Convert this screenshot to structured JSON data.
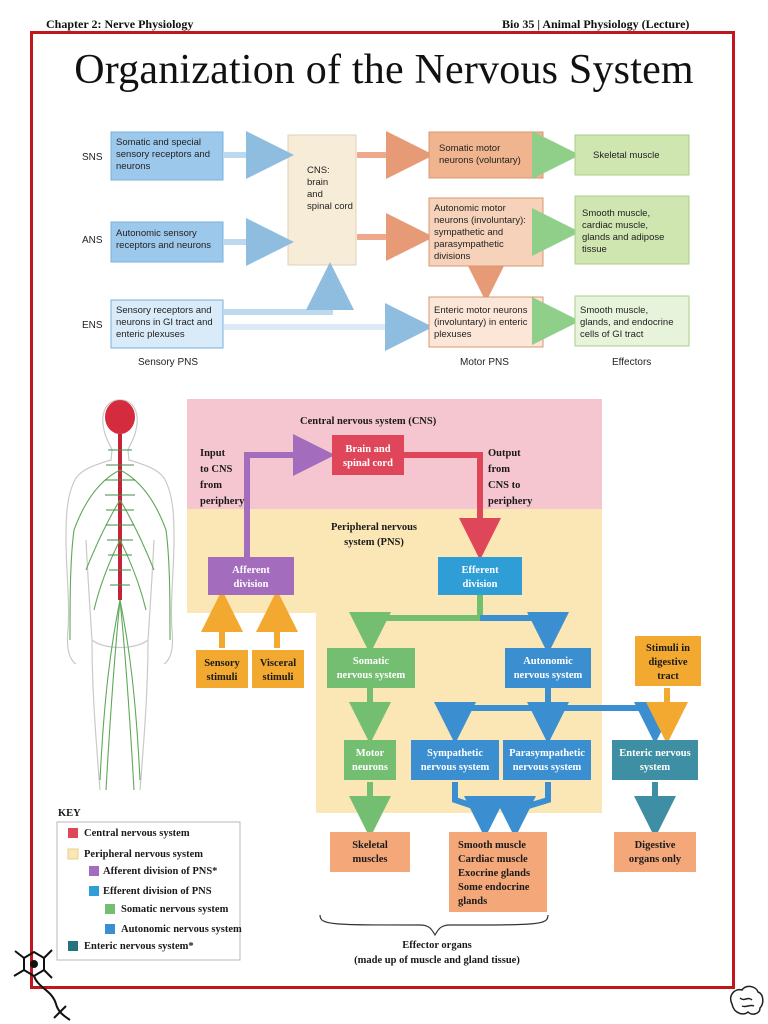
{
  "header": {
    "left": "Chapter 2: Nerve Physiology",
    "right": "Bio 35 | Animal Physiology (Lecture)"
  },
  "title": "Organization of the Nervous System",
  "top_diagram": {
    "row_labels": {
      "sns": "SNS",
      "ans": "ANS",
      "ens": "ENS"
    },
    "sensory": {
      "sns": [
        "Somatic and special",
        "sensory receptors and",
        "neurons"
      ],
      "ans": [
        "Autonomic sensory",
        "receptors and neurons"
      ],
      "ens": [
        "Sensory receptors and",
        "neurons in GI tract and",
        "enteric plexuses"
      ]
    },
    "cns": [
      "CNS:",
      "brain",
      "and",
      "spinal cord"
    ],
    "motor": {
      "sns": [
        "Somatic motor",
        "neurons (voluntary)"
      ],
      "ans": [
        "Autonomic motor",
        "neurons (involuntary):",
        "sympathetic and",
        "parasympathetic",
        "divisions"
      ],
      "ens": [
        "Enteric motor neurons",
        "(involuntary) in enteric",
        "plexuses"
      ]
    },
    "effectors": {
      "sns": [
        "Skeletal muscle"
      ],
      "ans": [
        "Smooth muscle,",
        "cardiac muscle,",
        "glands and adipose",
        "tissue"
      ],
      "ens": [
        "Smooth muscle,",
        "glands, and endocrine",
        "cells of GI tract"
      ]
    },
    "column_labels": {
      "sensory": "Sensory PNS",
      "motor": "Motor PNS",
      "effectors": "Effectors"
    },
    "colors": {
      "sensory": "#9cc8ec",
      "cns": "#f7ecd8",
      "motor": "#f0b58f",
      "effector": "#cfe6b0"
    }
  },
  "bottom_diagram": {
    "cns_title": "Central nervous system (CNS)",
    "pns_title": [
      "Peripheral nervous",
      "system (PNS)"
    ],
    "brain": [
      "Brain and",
      "spinal cord"
    ],
    "input_label": [
      "Input",
      "to CNS",
      "from",
      "periphery"
    ],
    "output_label": [
      "Output",
      "from",
      "CNS to",
      "periphery"
    ],
    "afferent": [
      "Afferent",
      "division"
    ],
    "efferent": [
      "Efferent",
      "division"
    ],
    "sensory_stimuli": [
      "Sensory",
      "stimuli"
    ],
    "visceral_stimuli": [
      "Visceral",
      "stimuli"
    ],
    "somatic": [
      "Somatic",
      "nervous system"
    ],
    "autonomic": [
      "Autonomic",
      "nervous system"
    ],
    "stimuli_digestive": [
      "Stimuli in",
      "digestive",
      "tract"
    ],
    "motor_neurons": [
      "Motor",
      "neurons"
    ],
    "sympathetic": [
      "Sympathetic",
      "nervous system"
    ],
    "parasympathetic": [
      "Parasympathetic",
      "nervous system"
    ],
    "enteric": [
      "Enteric nervous",
      "system"
    ],
    "skeletal": [
      "Skeletal",
      "muscles"
    ],
    "smooth": [
      "Smooth muscle",
      "Cardiac muscle",
      "Exocrine glands",
      "Some endocrine",
      "glands"
    ],
    "digestive": [
      "Digestive",
      "organs only"
    ],
    "effector_organs": [
      "Effector organs",
      "(made up of muscle and gland tissue)"
    ],
    "colors": {
      "cns": "#f5c6cf",
      "pns": "#fbe7b5",
      "brain": "#e0465a",
      "afferent": "#a36cbc",
      "efferent": "#2f9ed6",
      "somatic": "#74be72",
      "autonomic": "#3b8fd0",
      "enteric": "#3e8fa3",
      "stimuli": "#f3a92f",
      "effector": "#f4a87a"
    }
  },
  "key": {
    "title": "KEY",
    "items": [
      "Central nervous system",
      "Peripheral nervous system",
      "Afferent division of PNS*",
      "Efferent division of PNS",
      "Somatic nervous system",
      "Autonomic nervous system",
      "Enteric nervous system*"
    ]
  }
}
